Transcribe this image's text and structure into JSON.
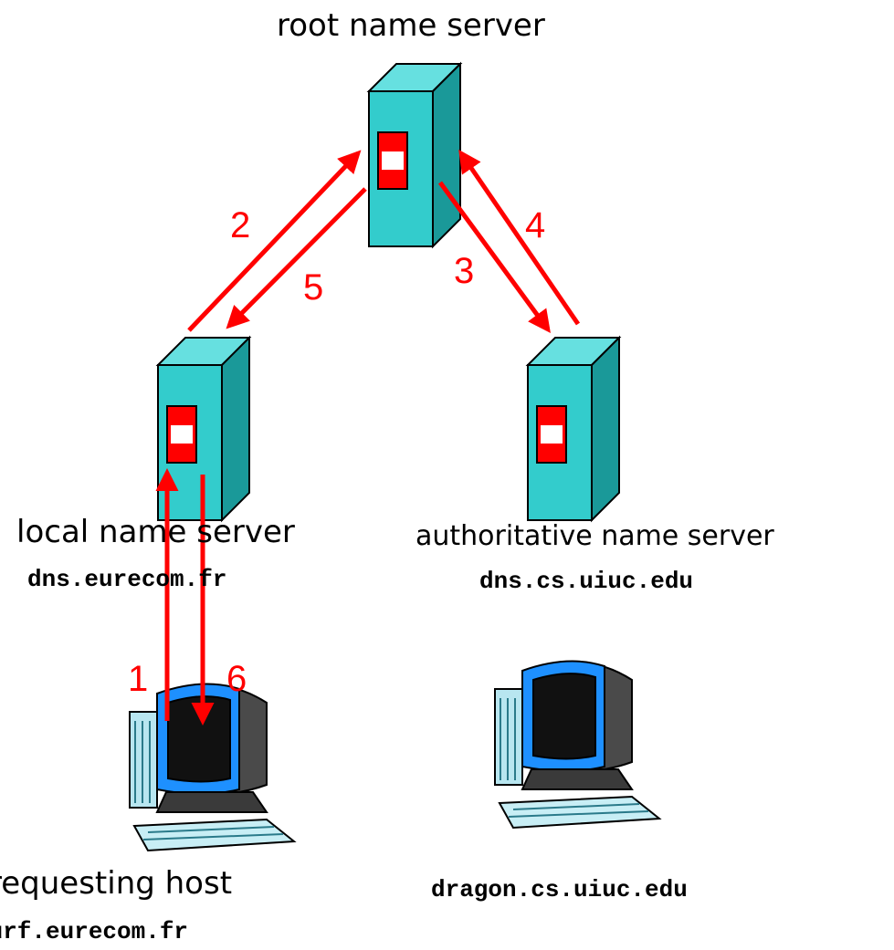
{
  "root_server": {
    "label": "root name server"
  },
  "local_server": {
    "label": "local name server",
    "hostname": "dns.eurecom.fr"
  },
  "auth_server": {
    "label": "authoritative name server",
    "hostname": "dns.cs.uiuc.edu"
  },
  "requesting_host": {
    "label": "requesting host",
    "hostname": "surf.eurecom.fr"
  },
  "target_host": {
    "hostname": "dragon.cs.uiuc.edu"
  },
  "steps": [
    "1",
    "2",
    "3",
    "4",
    "5",
    "6"
  ],
  "colors": {
    "arrow": "#ff0000",
    "server": "#33cccc",
    "server_dark": "#1a9999",
    "server_panel": "#ff0000"
  }
}
